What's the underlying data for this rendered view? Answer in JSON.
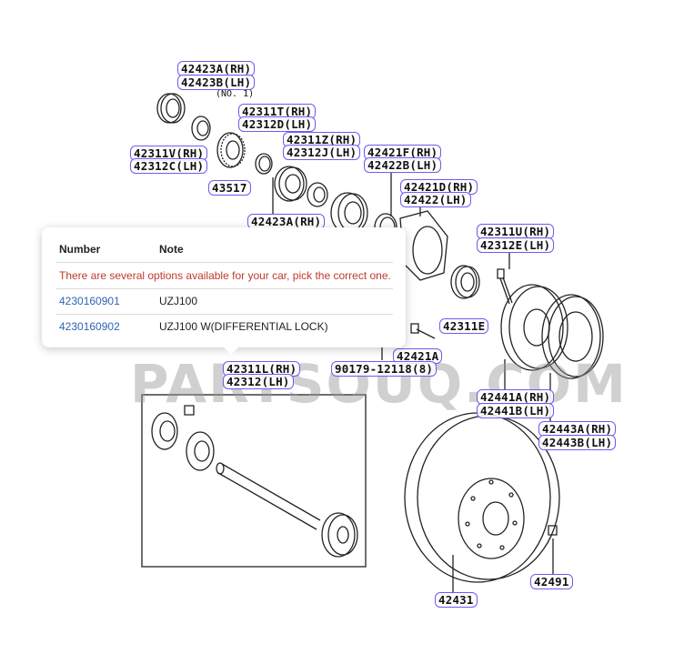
{
  "callouts": {
    "c1": "42423A(RH)",
    "c2": "42423B(LH)",
    "c3": "42311T(RH)",
    "c4": "42312D(LH)",
    "c5": "42311Z(RH)",
    "c6": "42312J(LH)",
    "c7": "42421F(RH)",
    "c8": "42422B(LH)",
    "c9": "42311V(RH)",
    "c10": "42312C(LH)",
    "c11": "43517",
    "c12": "42421D(RH)",
    "c13": "42422(LH)",
    "c14": "42423A(RH)",
    "c15": "42311U(RH)",
    "c16": "42312E(LH)",
    "c17": "42311E",
    "c18": "42421A",
    "c19": "42311L(RH)",
    "c20": "42312(LH)",
    "c21": "90179-12118(8)",
    "c22": "42441A(RH)",
    "c23": "42441B(LH)",
    "c24": "42443A(RH)",
    "c25": "42443B(LH)",
    "c26": "42491",
    "c27": "42431"
  },
  "notes": {
    "no1": "(NO. 1)"
  },
  "watermark": "PARTSOUQ.COM",
  "popup": {
    "col_number": "Number",
    "col_note": "Note",
    "warning": "There are several options available for your car, pick the correct one.",
    "rows": [
      {
        "number": "4230160901",
        "note": "UZJ100"
      },
      {
        "number": "4230160902",
        "note": "UZJ100 W(DIFFERENTIAL LOCK)"
      }
    ]
  }
}
